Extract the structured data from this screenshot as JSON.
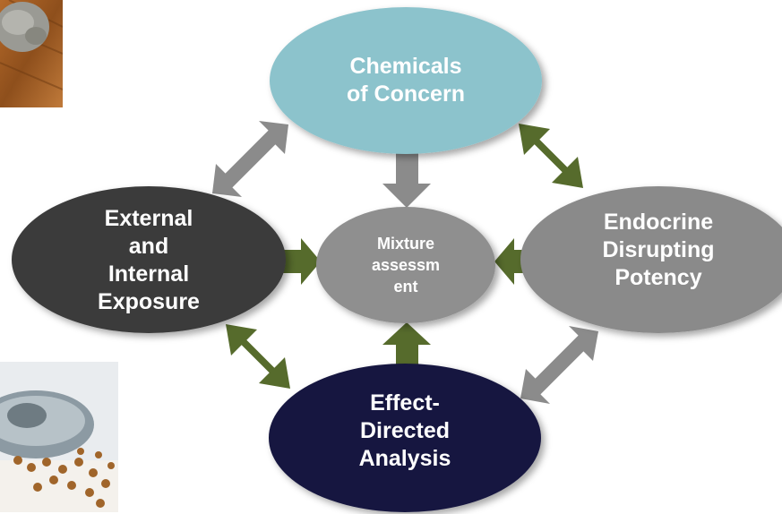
{
  "nodes": {
    "chemicals": {
      "label": "Chemicals\nof Concern",
      "fill": "#8cc3cc",
      "text_color": "#ffffff"
    },
    "exposure": {
      "label": "External\nand\nInternal\nExposure",
      "fill": "#3b3b3b",
      "text_color": "#ffffff"
    },
    "endocrine": {
      "label": "Endocrine\nDisrupting\nPotency",
      "fill": "#8a8a8a",
      "text_color": "#ffffff"
    },
    "effect": {
      "label": "Effect-\nDirected\nAnalysis",
      "fill": "#16173f",
      "text_color": "#ffffff"
    },
    "mixture": {
      "label": "Mixture\nassessm\nent",
      "fill": "#8f8f8f",
      "text_color": "#ffffff"
    }
  },
  "colors": {
    "arrow_gray": "#8b8b8b",
    "arrow_green": "#566b2c",
    "background": "#ffffff"
  },
  "images": {
    "top_left": "household-dust-photo",
    "bottom_left": "pet-food-photo"
  }
}
